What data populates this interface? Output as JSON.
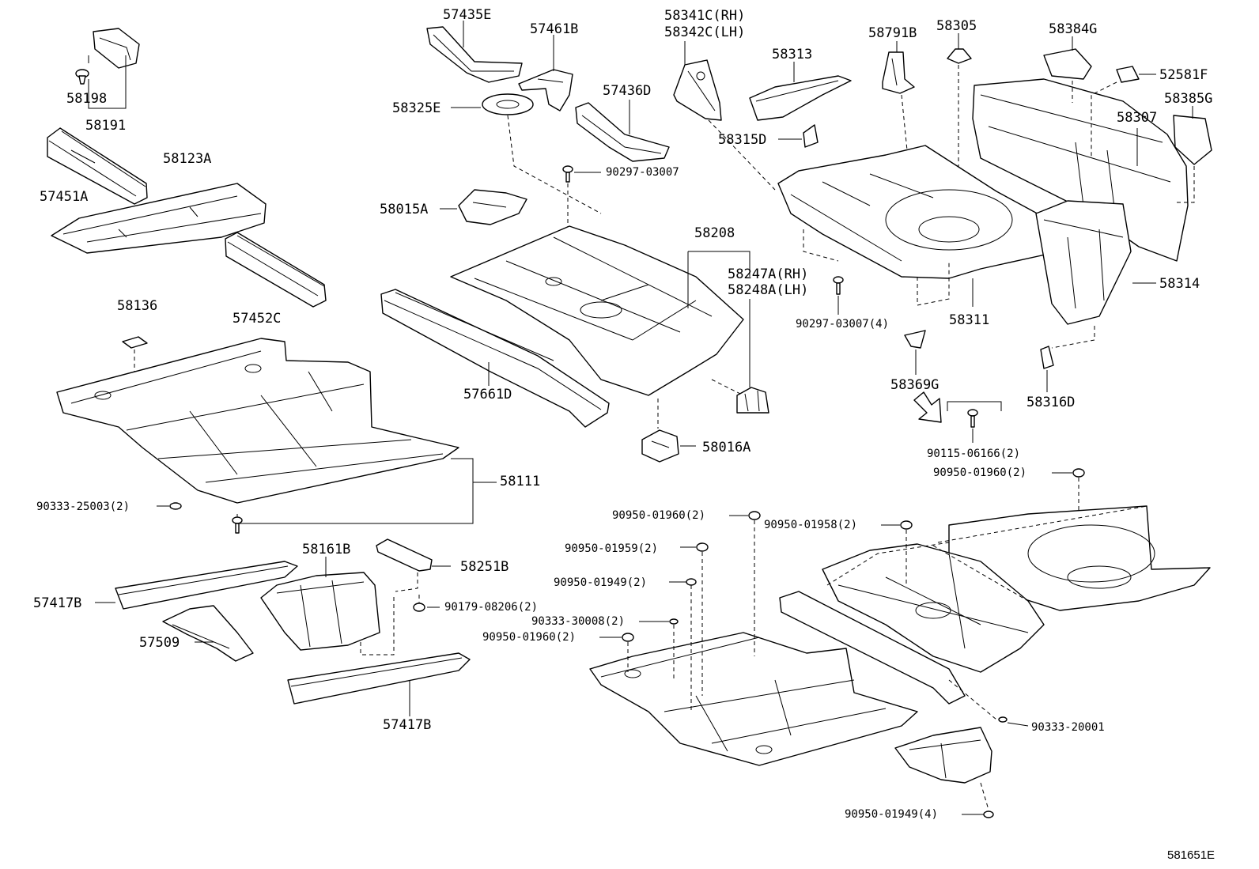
{
  "diagram_ref": "581651E",
  "labels": {
    "l57435e": "57435E",
    "l57461b": "57461B",
    "l58341c": "58341C(RH)",
    "l58342c": "58342C(LH)",
    "l58791b": "58791B",
    "l58305": "58305",
    "l58384g": "58384G",
    "l58313": "58313",
    "l52581f": "52581F",
    "l58385g": "58385G",
    "l58198": "58198",
    "l58191": "58191",
    "l58325e": "58325E",
    "l57436d": "57436D",
    "l58307": "58307",
    "l58315d": "58315D",
    "l58123a": "58123A",
    "l57451a": "57451A",
    "l90297a": "90297-03007",
    "l58015a": "58015A",
    "l58208": "58208",
    "l58247a": "58247A(RH)",
    "l58248a": "58248A(LH)",
    "l58314": "58314",
    "l90297b": "90297-03007(4)",
    "l58311": "58311",
    "l57452c": "57452C",
    "l58136": "58136",
    "l58369g": "58369G",
    "l58316d": "58316D",
    "l57661d": "57661D",
    "l58016a": "58016A",
    "l90115": "90115-06166(2)",
    "l90950a": "90950-01960(2)",
    "l58111": "58111",
    "l90333a": "90333-25003(2)",
    "l90950b": "90950-01960(2)",
    "l90950c": "90950-01958(2)",
    "l90950d": "90950-01959(2)",
    "l58161b": "58161B",
    "l58251b": "58251B",
    "l90950e": "90950-01949(2)",
    "l57417b1": "57417B",
    "l90179": "90179-08206(2)",
    "l90333b": "90333-30008(2)",
    "l90950f": "90950-01960(2)",
    "l57509": "57509",
    "l90333c": "90333-20001",
    "l57417b2": "57417B",
    "l90950g": "90950-01949(4)"
  }
}
